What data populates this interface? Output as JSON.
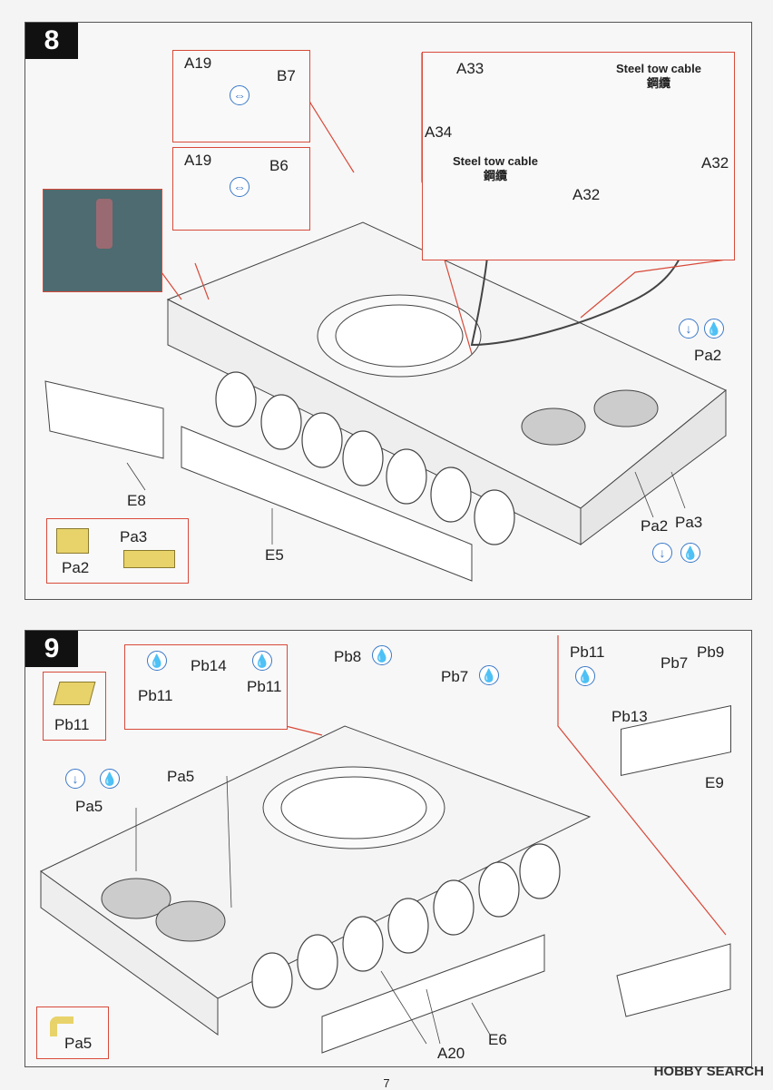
{
  "step8": {
    "number": "8",
    "callout_a19_b7": {
      "part_a": "A19",
      "part_b": "B7"
    },
    "callout_a19_b6": {
      "part_a": "A19",
      "part_b": "B6"
    },
    "cable": {
      "a33": "A33",
      "a34": "A34",
      "a32_left": "A32",
      "a32_right": "A32",
      "steel_cable_top": "Steel tow cable",
      "steel_cable_top_cjk": "鋼纜",
      "steel_cable_mid": "Steel tow cable",
      "steel_cable_mid_cjk": "鋼纜"
    },
    "labels": {
      "pa2_upper": "Pa2",
      "pa2_lower": "Pa2",
      "pa3": "Pa3",
      "e8": "E8",
      "e5": "E5"
    },
    "legend": {
      "pa2": "Pa2",
      "pa3": "Pa3"
    }
  },
  "step9": {
    "number": "9",
    "callout_left": {
      "pb11_left": "Pb11",
      "pb14": "Pb14",
      "pb11_right": "Pb11"
    },
    "pb8": "Pb8",
    "pb7": "Pb7",
    "callout_right": {
      "pb11": "Pb11",
      "pb7": "Pb7",
      "pb9": "Pb9",
      "pb13": "Pb13",
      "e9": "E9"
    },
    "legend_pb11": "Pb11",
    "legend_pa5": "Pa5",
    "labels": {
      "pa5_top": "Pa5",
      "pa5_left": "Pa5",
      "a20": "A20",
      "e6": "E6"
    }
  },
  "page_number": "7",
  "watermark": "HOBBY SEARCH",
  "colors": {
    "callout_red": "#d84a3a",
    "icon_blue": "#3a78c8",
    "part_yellow": "#e8d36a"
  },
  "icons": [
    "flip-arrows-icon",
    "glue-drop-icon",
    "press-down-icon"
  ]
}
